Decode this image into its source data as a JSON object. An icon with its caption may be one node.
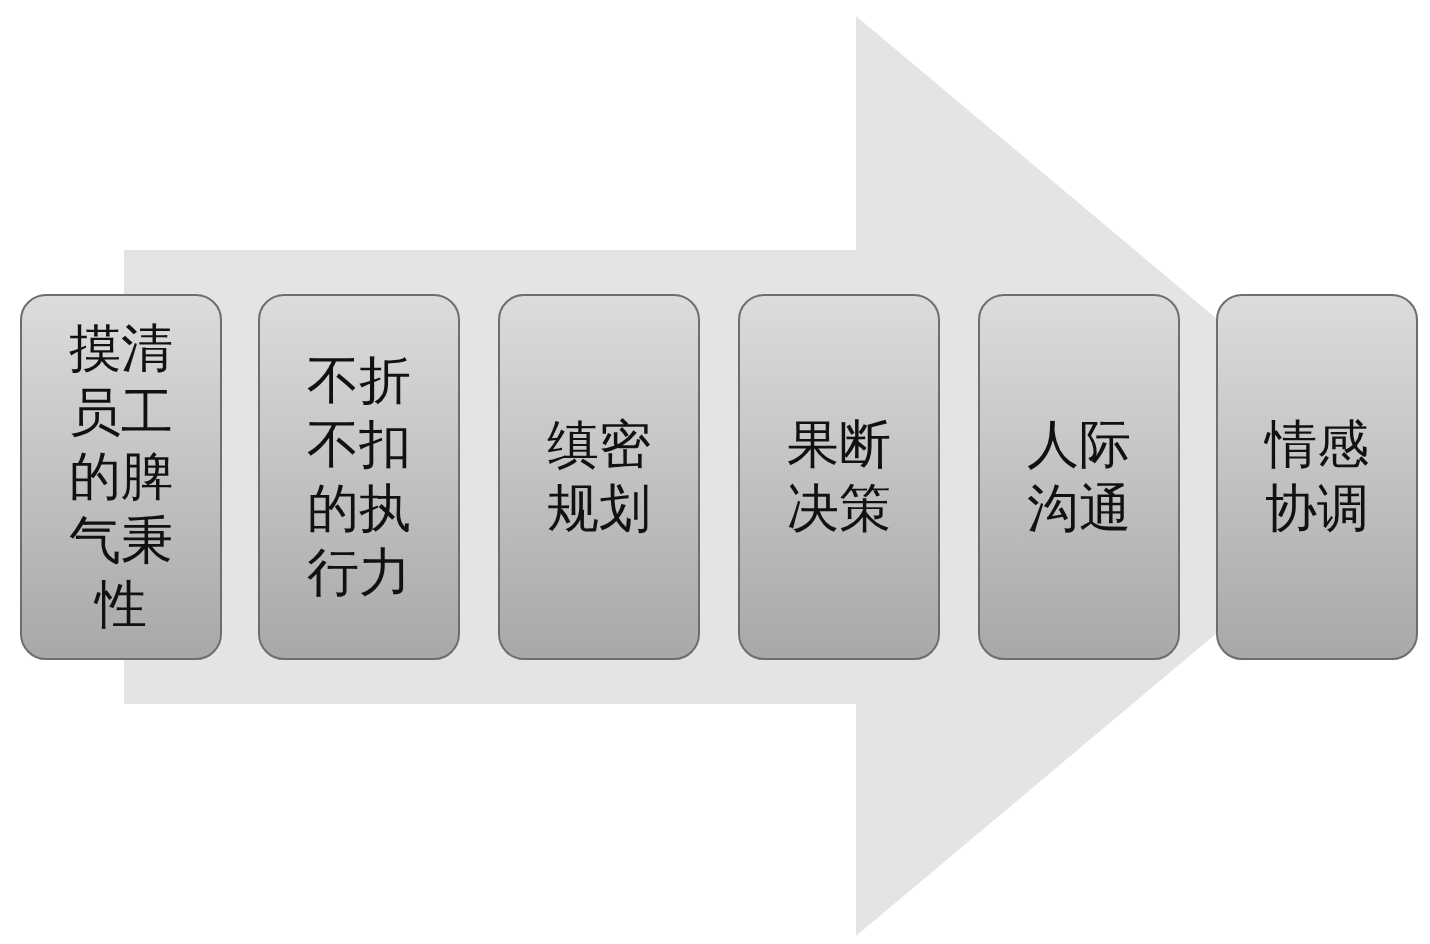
{
  "diagram": {
    "nodes": [
      {
        "text": [
          "摸清员工的脾气秉性"
        ]
      },
      {
        "text": [
          "不折不扣的执行力"
        ]
      },
      {
        "text": [
          "缜密规划"
        ]
      },
      {
        "text": [
          "果断决策"
        ]
      },
      {
        "text": [
          "人际沟通"
        ]
      },
      {
        "text": [
          "情感协调"
        ]
      }
    ],
    "edges": [
      {
        "from": 0,
        "to": 5,
        "arrow": "to"
      }
    ]
  }
}
